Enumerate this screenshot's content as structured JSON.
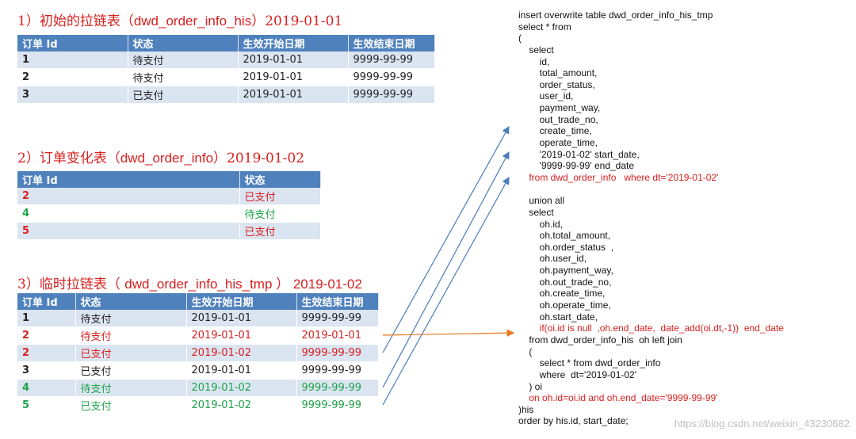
{
  "section1": {
    "title_prefix": "1）初始的拉链表（",
    "title_table": "dwd_order_info_his",
    "title_suffix": "）2019-01-01",
    "headers": [
      "订单 Id",
      "状态",
      "生效开始日期",
      "生效结束日期"
    ],
    "rows": [
      [
        "1",
        "待支付",
        "2019-01-01",
        "9999-99-99"
      ],
      [
        "2",
        "待支付",
        "2019-01-01",
        "9999-99-99"
      ],
      [
        "3",
        "已支付",
        "2019-01-01",
        "9999-99-99"
      ]
    ]
  },
  "section2": {
    "title_prefix": "2）订单变化表（",
    "title_table": "dwd_order_info",
    "title_suffix": "）2019-01-02",
    "headers": [
      "订单 Id",
      "状态"
    ],
    "rows": [
      [
        "2",
        "已支付"
      ],
      [
        "4",
        "待支付"
      ],
      [
        "5",
        "已支付"
      ]
    ]
  },
  "section3": {
    "title_prefix": "3）临时拉链表（ ",
    "title_table": "dwd_order_info_his_tmp",
    "title_suffix": " ） 2019-01-02",
    "headers": [
      "订单 Id",
      "状态",
      "生效开始日期",
      "生效结束日期"
    ],
    "rows": [
      [
        "1",
        "待支付",
        "2019-01-01",
        "9999-99-99"
      ],
      [
        "2",
        "待支付",
        "2019-01-01",
        "2019-01-01"
      ],
      [
        "2",
        "已支付",
        "2019-01-02",
        "9999-99-99"
      ],
      [
        "3",
        "已支付",
        "2019-01-01",
        "9999-99-99"
      ],
      [
        "4",
        "待支付",
        "2019-01-02",
        "9999-99-99"
      ],
      [
        "5",
        "已支付",
        "2019-01-02",
        "9999-99-99"
      ]
    ]
  },
  "colors": {
    "header_blue": "#4f81bd",
    "row_stripe": "#dbe5f1",
    "red": "#d92020",
    "green": "#1fa34a",
    "arrow_blue": "#4a7ebb",
    "arrow_orange": "#e8791e"
  },
  "sql": [
    {
      "text": "insert overwrite table dwd_order_info_his_tmp",
      "color": "black"
    },
    {
      "text": "select * from",
      "color": "black"
    },
    {
      "text": "(",
      "color": "black"
    },
    {
      "text": "    select",
      "color": "black"
    },
    {
      "text": "        id,",
      "color": "black"
    },
    {
      "text": "        total_amount,",
      "color": "black"
    },
    {
      "text": "        order_status,",
      "color": "black"
    },
    {
      "text": "        user_id,",
      "color": "black"
    },
    {
      "text": "        payment_way,",
      "color": "black"
    },
    {
      "text": "        out_trade_no,",
      "color": "black"
    },
    {
      "text": "        create_time,",
      "color": "black"
    },
    {
      "text": "        operate_time,",
      "color": "black"
    },
    {
      "text": "        '2019-01-02' start_date,",
      "color": "black"
    },
    {
      "text": "        '9999-99-99' end_date",
      "color": "black"
    },
    {
      "text": "    from dwd_order_info   where dt='2019-01-02'",
      "color": "red"
    },
    {
      "text": "",
      "color": "black"
    },
    {
      "text": "    union all",
      "color": "black"
    },
    {
      "text": "    select",
      "color": "black"
    },
    {
      "text": "        oh.id,",
      "color": "black"
    },
    {
      "text": "        oh.total_amount,",
      "color": "black"
    },
    {
      "text": "        oh.order_status  ,",
      "color": "black"
    },
    {
      "text": "        oh.user_id,",
      "color": "black"
    },
    {
      "text": "        oh.payment_way,",
      "color": "black"
    },
    {
      "text": "        oh.out_trade_no,",
      "color": "black"
    },
    {
      "text": "        oh.create_time,",
      "color": "black"
    },
    {
      "text": "        oh.operate_time,",
      "color": "black"
    },
    {
      "text": "        oh.start_date,",
      "color": "black"
    },
    {
      "text": "        if(oi.id is null  ,oh.end_date,  date_add(oi.dt,-1))  end_date",
      "color": "red"
    },
    {
      "text": "    from dwd_order_info_his  oh left join",
      "color": "black"
    },
    {
      "text": "    (",
      "color": "black"
    },
    {
      "text": "        select * from dwd_order_info",
      "color": "black"
    },
    {
      "text": "        where  dt='2019-01-02'",
      "color": "black"
    },
    {
      "text": "    ) oi",
      "color": "black"
    },
    {
      "text": "    on oh.id=oi.id and oh.end_date='9999-99-99'",
      "color": "red"
    },
    {
      "text": ")his",
      "color": "black"
    },
    {
      "text": "order by his.id, start_date;",
      "color": "black"
    }
  ],
  "watermark": "https://blog.csdn.net/weixin_43230682"
}
